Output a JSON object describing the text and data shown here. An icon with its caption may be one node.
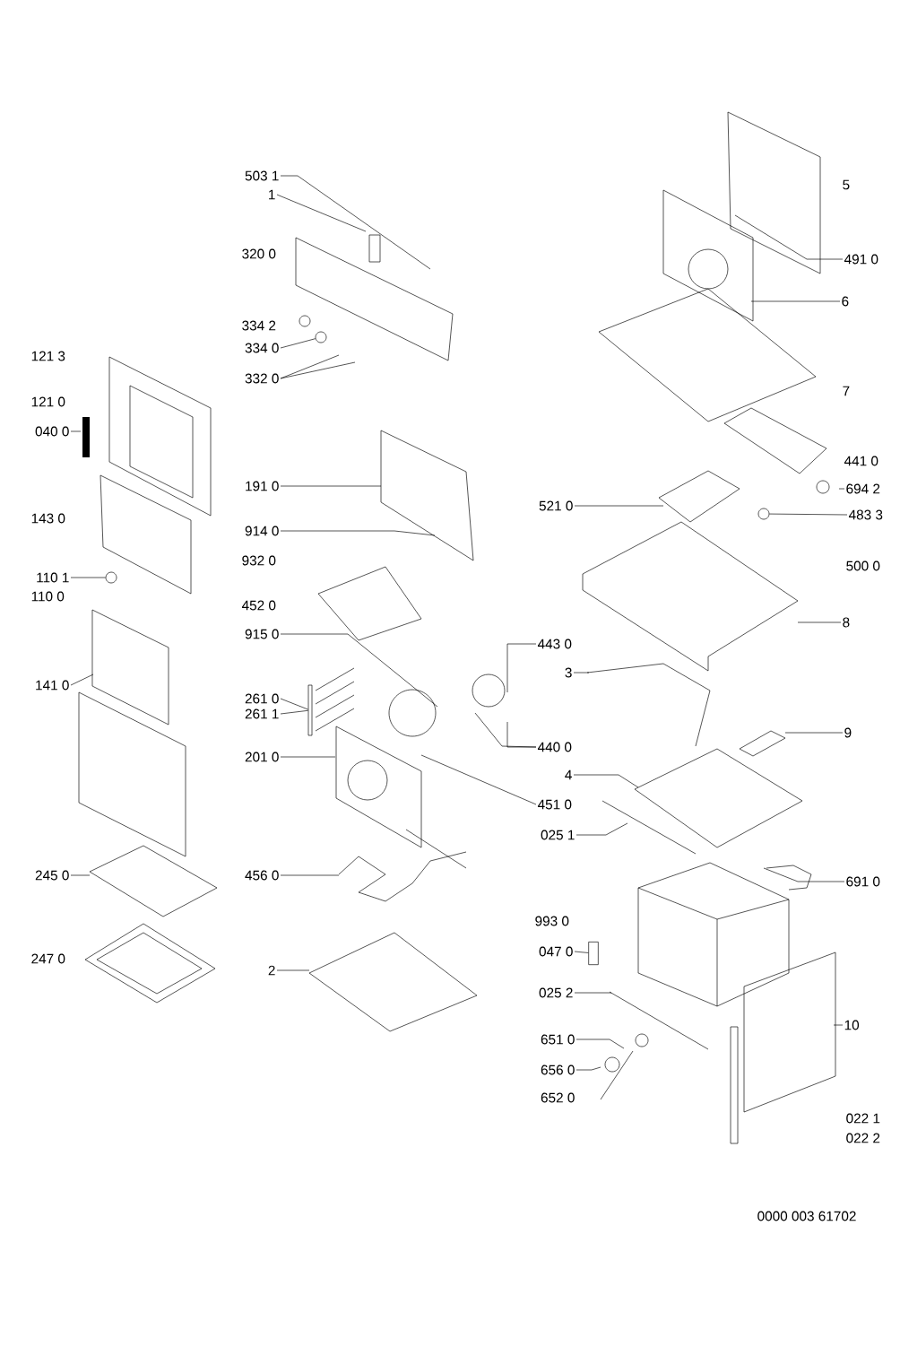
{
  "diagram": {
    "nodes": [
      {
        "text": [
          "503 1"
        ]
      },
      {
        "text": [
          "1"
        ]
      },
      {
        "text": [
          "334 0"
        ]
      },
      {
        "text": [
          "332 0"
        ]
      },
      {
        "text": [
          "040 0"
        ]
      },
      {
        "text": [
          "110 1"
        ]
      },
      {
        "text": [
          "191 0"
        ]
      },
      {
        "text": [
          "914 0"
        ]
      },
      {
        "text": [
          "915 0"
        ]
      },
      {
        "text": [
          "141 0"
        ]
      },
      {
        "text": [
          "261 0"
        ]
      },
      {
        "text": [
          "261 1"
        ]
      },
      {
        "text": [
          "201 0"
        ]
      },
      {
        "text": [
          "245 0"
        ]
      },
      {
        "text": [
          "456 0"
        ]
      },
      {
        "text": [
          "2"
        ]
      },
      {
        "text": [
          "491 0"
        ]
      },
      {
        "text": [
          "6"
        ]
      },
      {
        "text": [
          "694 2"
        ]
      },
      {
        "text": [
          "521 0"
        ]
      },
      {
        "text": [
          "483 3"
        ]
      },
      {
        "text": [
          "8"
        ]
      },
      {
        "text": [
          "443 0"
        ]
      },
      {
        "text": [
          "3"
        ]
      },
      {
        "text": [
          "9"
        ]
      },
      {
        "text": [
          "440 0"
        ]
      },
      {
        "text": [
          "4"
        ]
      },
      {
        "text": [
          "451 0"
        ]
      },
      {
        "text": [
          "025 1"
        ]
      },
      {
        "text": [
          "691 0"
        ]
      },
      {
        "text": [
          "047 0"
        ]
      },
      {
        "text": [
          "025 2"
        ]
      },
      {
        "text": [
          "651 0"
        ]
      },
      {
        "text": [
          "656 0"
        ]
      },
      {
        "text": [
          "652 0"
        ]
      },
      {
        "text": [
          "10"
        ]
      },
      {
        "text": [],
        "shape": "circle"
      },
      {
        "text": [],
        "shape": "circle"
      },
      {
        "text": [],
        "shape": "circle"
      },
      {
        "text": [],
        "shape": "box"
      },
      {
        "text": [],
        "shape": "bar"
      }
    ],
    "edges": [
      {
        "from": 0,
        "to": null,
        "arrow": "none"
      },
      {
        "from": 1,
        "to": null,
        "arrow": "none"
      },
      {
        "from": 2,
        "to": 36,
        "arrow": "none"
      },
      {
        "from": 3,
        "to": null,
        "arrow": "none"
      },
      {
        "from": 3,
        "to": null,
        "arrow": "none"
      },
      {
        "from": 4,
        "to": null,
        "arrow": "none"
      },
      {
        "from": 5,
        "to": 37,
        "arrow": "none"
      },
      {
        "from": 6,
        "to": null,
        "arrow": "none"
      },
      {
        "from": 7,
        "to": null,
        "arrow": "none"
      },
      {
        "from": 8,
        "to": null,
        "arrow": "none"
      },
      {
        "from": 9,
        "to": null,
        "arrow": "none"
      },
      {
        "from": 10,
        "to": 40,
        "arrow": "none"
      },
      {
        "from": 11,
        "to": 40,
        "arrow": "none"
      },
      {
        "from": 12,
        "to": null,
        "arrow": "none"
      },
      {
        "from": 13,
        "to": null,
        "arrow": "none"
      },
      {
        "from": 14,
        "to": null,
        "arrow": "none"
      },
      {
        "from": 15,
        "to": null,
        "arrow": "none"
      },
      {
        "from": 16,
        "to": null,
        "arrow": "none"
      },
      {
        "from": 17,
        "to": null,
        "arrow": "none"
      },
      {
        "from": 18,
        "to": null,
        "arrow": "none"
      },
      {
        "from": 19,
        "to": null,
        "arrow": "none"
      },
      {
        "from": 20,
        "to": 38,
        "arrow": "none"
      },
      {
        "from": 21,
        "to": null,
        "arrow": "none"
      },
      {
        "from": 22,
        "to": null,
        "arrow": "none"
      },
      {
        "from": 23,
        "to": null,
        "arrow": "none"
      },
      {
        "from": 24,
        "to": null,
        "arrow": "none"
      },
      {
        "from": 25,
        "to": null,
        "arrow": "none"
      },
      {
        "from": 25,
        "to": null,
        "arrow": "none"
      },
      {
        "from": 26,
        "to": null,
        "arrow": "none"
      },
      {
        "from": 27,
        "to": null,
        "arrow": "none"
      },
      {
        "from": 28,
        "to": null,
        "arrow": "none"
      },
      {
        "from": 29,
        "to": null,
        "arrow": "none"
      },
      {
        "from": 30,
        "to": 39,
        "arrow": "none"
      },
      {
        "from": 31,
        "to": null,
        "arrow": "none"
      },
      {
        "from": 32,
        "to": null,
        "arrow": "none"
      },
      {
        "from": 33,
        "to": null,
        "arrow": "none"
      },
      {
        "from": 34,
        "to": null,
        "arrow": "none"
      },
      {
        "from": 35,
        "to": null,
        "arrow": "none"
      }
    ],
    "labels": [
      "320 0",
      "334 2",
      "121 3",
      "121 0",
      "143 0",
      "110 0",
      "932 0",
      "452 0",
      "247 0",
      "5",
      "7",
      "441 0",
      "500 0",
      "993 0",
      "022 1",
      "022 2",
      "0000 003 61702"
    ]
  }
}
